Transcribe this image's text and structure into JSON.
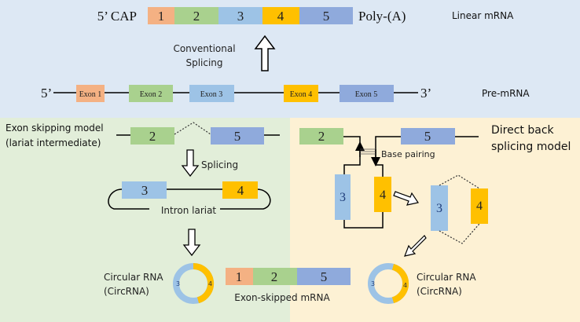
{
  "colors": {
    "top_bg": "#dde8f4",
    "left_bg": "#e2eed9",
    "right_bg": "#fdf1d4",
    "exon1": "#f4b183",
    "exon2": "#a9d18e",
    "exon3": "#9dc3e6",
    "exon4": "#ffc000",
    "exon5": "#8faadc"
  },
  "linear_mrna": {
    "cap_label": "5’ CAP",
    "exons": [
      "1",
      "2",
      "3",
      "4",
      "5"
    ],
    "tail_label": "Poly-(A)",
    "title": "Linear mRNA"
  },
  "conventional": {
    "line1": "Conventional",
    "line2": "Splicing"
  },
  "pre_mrna": {
    "five_prime": "5’",
    "three_prime": "3’",
    "exons": [
      "Exon 1",
      "Exon 2",
      "Exon 3",
      "Exon 4",
      "Exon 5"
    ],
    "title": "Pre-mRNA"
  },
  "exon_skipping": {
    "title_line1": "Exon skipping model",
    "title_line2": "(lariat intermediate)",
    "exon_a": "2",
    "exon_b": "5",
    "splicing_label": "Splicing",
    "lariat_exon_a": "3",
    "lariat_exon_b": "4",
    "lariat_label": "Intron lariat",
    "circ_label_line1": "Circular RNA",
    "circ_label_line2": "(CircRNA)",
    "circ_exon_a": "3",
    "circ_exon_b": "4",
    "skipped_exons": [
      "1",
      "2",
      "5"
    ],
    "skipped_label": "Exon-skipped mRNA"
  },
  "back_splicing": {
    "title_line1": "Direct back",
    "title_line2": "splicing model",
    "exon_a": "2",
    "exon_b": "5",
    "base_pairing_label": "Base pairing",
    "loop_exon_a": "3",
    "loop_exon_b": "4",
    "joined_exon_a": "3",
    "joined_exon_b": "4",
    "circ_label_line1": "Circular RNA",
    "circ_label_line2": "(CircRNA)",
    "circ_exon_a": "3",
    "circ_exon_b": "4"
  }
}
